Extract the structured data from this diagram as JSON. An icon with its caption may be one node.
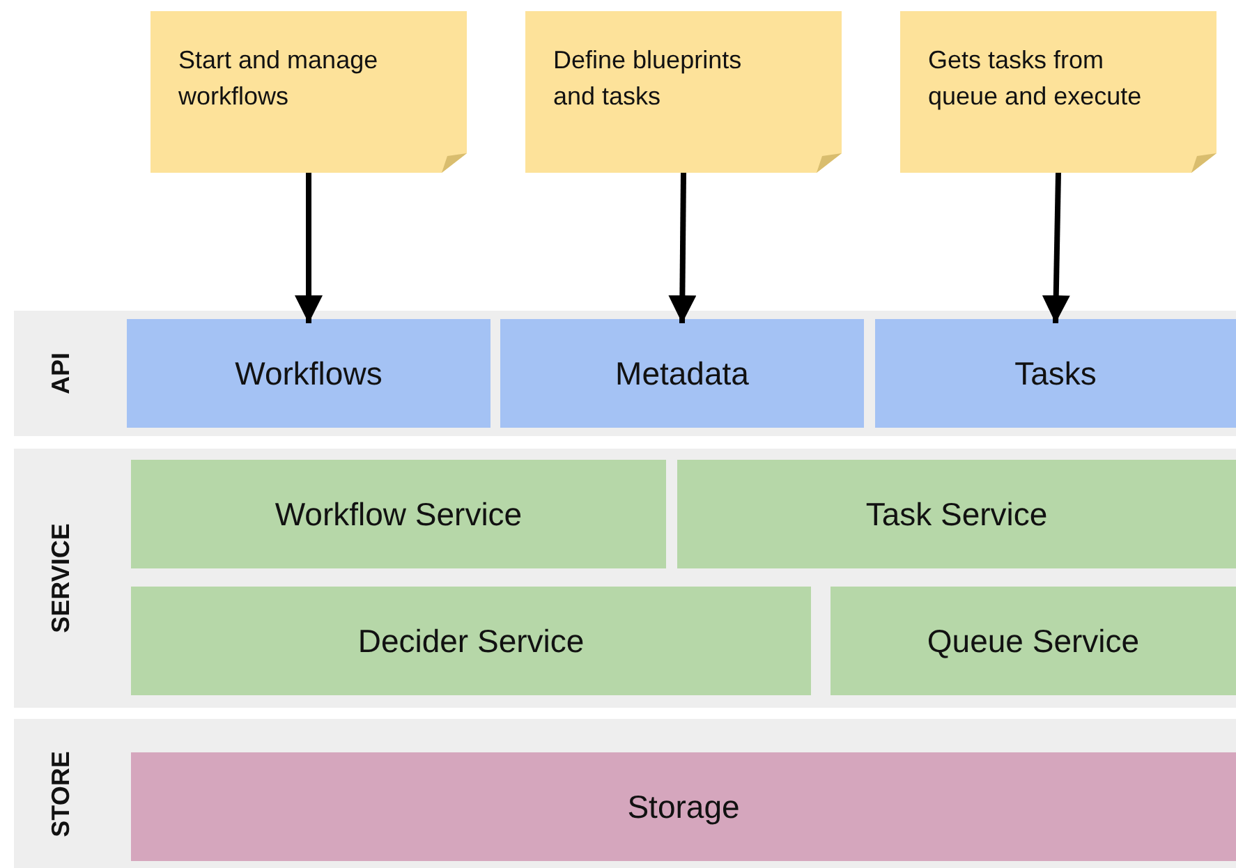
{
  "diagram": {
    "nodes": [
      {
        "text": [
          "Start and manage workflows"
        ]
      },
      {
        "text": [
          "Define blueprints and tasks"
        ]
      },
      {
        "text": [
          "Gets tasks from queue and execute"
        ]
      },
      {
        "text": [
          "API"
        ]
      },
      {
        "text": [
          "Workflows"
        ],
        "in": 3
      },
      {
        "text": [
          "Metadata"
        ],
        "in": 3
      },
      {
        "text": [
          "Tasks"
        ],
        "in": 3
      },
      {
        "text": [
          "SERVICE"
        ]
      },
      {
        "text": [
          "Workflow Service"
        ],
        "in": 7
      },
      {
        "text": [
          "Task Service"
        ],
        "in": 7
      },
      {
        "text": [
          "Decider Service"
        ],
        "in": 7
      },
      {
        "text": [
          "Queue Service"
        ],
        "in": 7
      },
      {
        "text": [
          "STORE"
        ]
      },
      {
        "text": [
          "Storage"
        ],
        "in": 12
      }
    ],
    "edges": [
      {
        "from": 0,
        "to": 4,
        "arrow": "to"
      },
      {
        "from": 1,
        "to": 5,
        "arrow": "to"
      },
      {
        "from": 2,
        "to": 6,
        "arrow": "to"
      }
    ]
  }
}
